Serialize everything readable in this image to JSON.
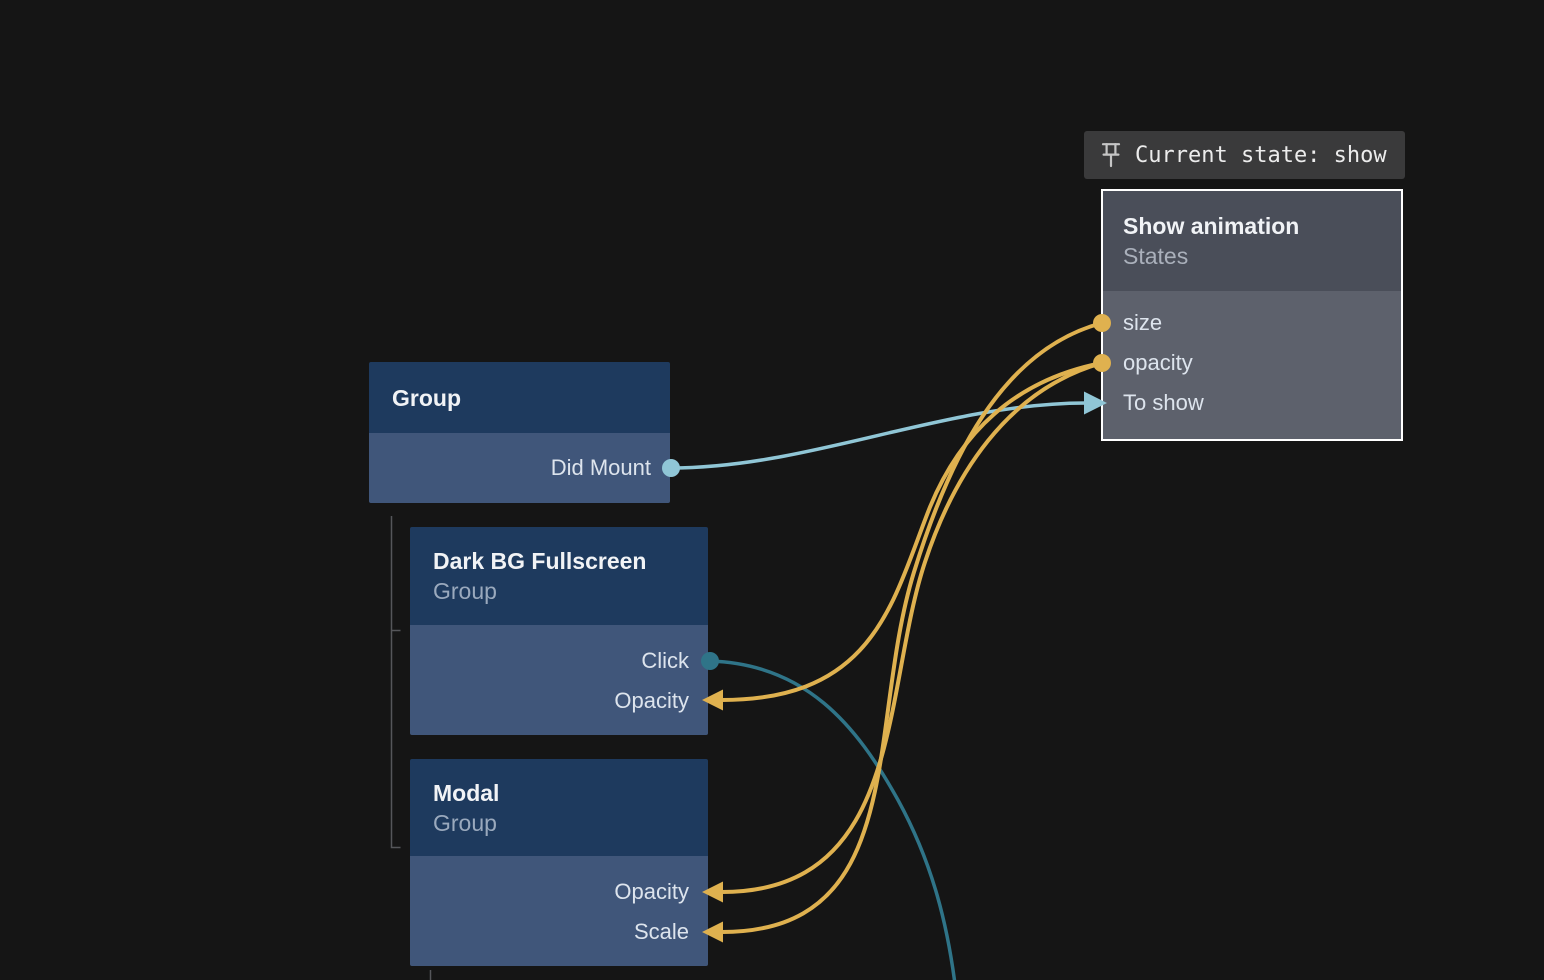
{
  "app": {
    "view": "patch-editor-canvas"
  },
  "status_pill": {
    "label": "Current state: show"
  },
  "nodes": {
    "group": {
      "title": "Group",
      "ports": {
        "did_mount": "Did Mount"
      }
    },
    "dark_bg": {
      "title": "Dark BG Fullscreen",
      "subtitle": "Group",
      "ports": {
        "click": "Click",
        "opacity": "Opacity"
      }
    },
    "modal": {
      "title": "Modal",
      "subtitle": "Group",
      "ports": {
        "opacity": "Opacity",
        "scale": "Scale"
      }
    },
    "show_animation": {
      "title": "Show animation",
      "subtitle": "States",
      "ports": {
        "size": "size",
        "opacity": "opacity",
        "to_show": "To show"
      }
    }
  },
  "edges": [
    {
      "from": "Group.Did Mount",
      "to": "Show animation.To show",
      "color": "#90c6d6"
    },
    {
      "from": "Dark BG Fullscreen.Click",
      "to": "offscreen-bottom",
      "color": "#2f7488"
    },
    {
      "from": "Show animation.size",
      "to": "Modal.Scale",
      "color": "#dfb14f"
    },
    {
      "from": "Show animation.opacity",
      "to": "Dark BG Fullscreen.Opacity",
      "color": "#dfb14f"
    },
    {
      "from": "Show animation.opacity",
      "to": "Modal.Opacity",
      "color": "#dfb14f"
    }
  ],
  "colors": {
    "background": "#151515",
    "blue_node_header": "#1e3a5e",
    "blue_node_body": "#40567a",
    "state_node_header": "#4a4e59",
    "state_node_body": "#5d616c",
    "state_node_border": "#ffffff",
    "edge_yellow": "#dfb14f",
    "edge_teal_light": "#90c6d6",
    "edge_teal_dark": "#2f7488",
    "status_pill_bg": "#3a3a3b",
    "tree_line": "#55565a"
  }
}
